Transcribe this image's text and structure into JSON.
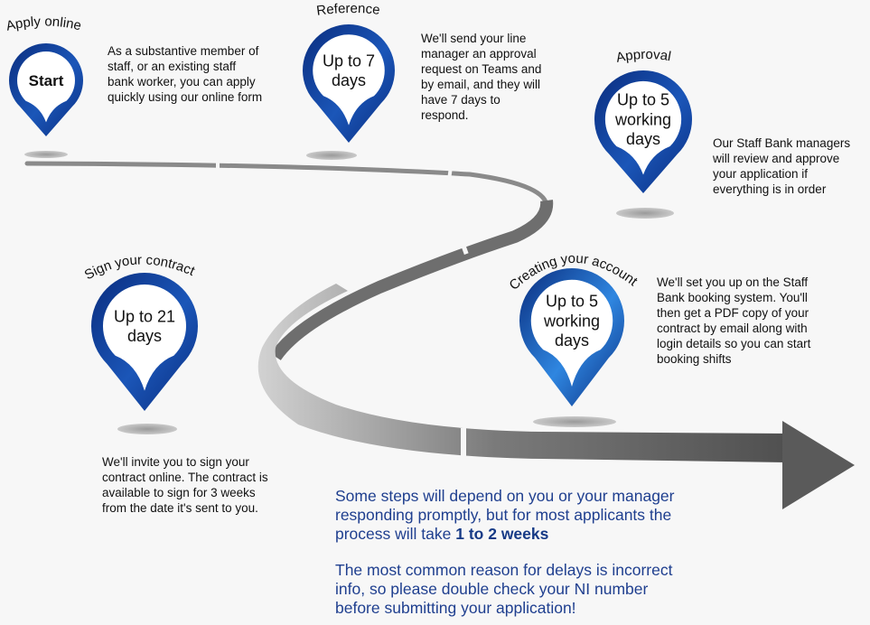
{
  "steps": [
    {
      "title": "Apply online",
      "badge_lines": [
        "Start"
      ],
      "description": "As a substantive member of staff, or an existing staff bank worker, you can apply quickly using our online form"
    },
    {
      "title": "Reference",
      "badge_lines": [
        "Up to 7",
        "days"
      ],
      "description": "We'll send your line manager an approval request on Teams and by email, and they will have 7 days to respond."
    },
    {
      "title": "Approval",
      "badge_lines": [
        "Up to 5",
        "working",
        "days"
      ],
      "description": "Our Staff Bank managers will review and approve your application if everything is in order"
    },
    {
      "title": "Sign your contract",
      "badge_lines": [
        "Up to 21",
        "days"
      ],
      "description": "We'll invite you to sign your contract online. The contract is available to sign for 3 weeks from the date it's sent to you."
    },
    {
      "title": "Creating your account",
      "badge_lines": [
        "Up to 5",
        "working",
        "days"
      ],
      "description": "We'll set you up on the Staff Bank booking system. You'll then get a PDF copy of your contract by email along with login details so you can start booking shifts"
    }
  ],
  "notes": {
    "timing_prefix": "Some steps will depend on you or your manager responding promptly, but for most applicants the process will take ",
    "timing_emphasis": "1 to 2 weeks",
    "delays": "The most common reason for delays is incorrect info, so please double check your NI number before submitting your application!"
  },
  "colors": {
    "pin_dark": "#0a2d7e",
    "pin_mid": "#1b56b8",
    "pin_light": "#2f86e0",
    "road_dark": "#4a4a4a",
    "road_light": "#c8c8c8",
    "note_text": "#1f3f8f"
  }
}
